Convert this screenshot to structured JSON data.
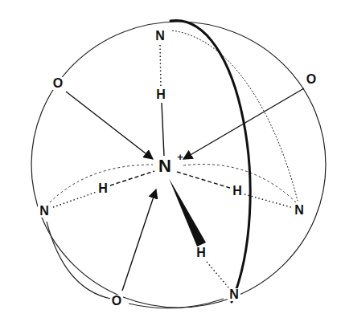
{
  "diagram": {
    "labels": [
      "N",
      "O",
      "O",
      "H",
      "N",
      "+",
      "H",
      "H",
      "N",
      "N",
      "H",
      "O",
      "N"
    ]
  }
}
